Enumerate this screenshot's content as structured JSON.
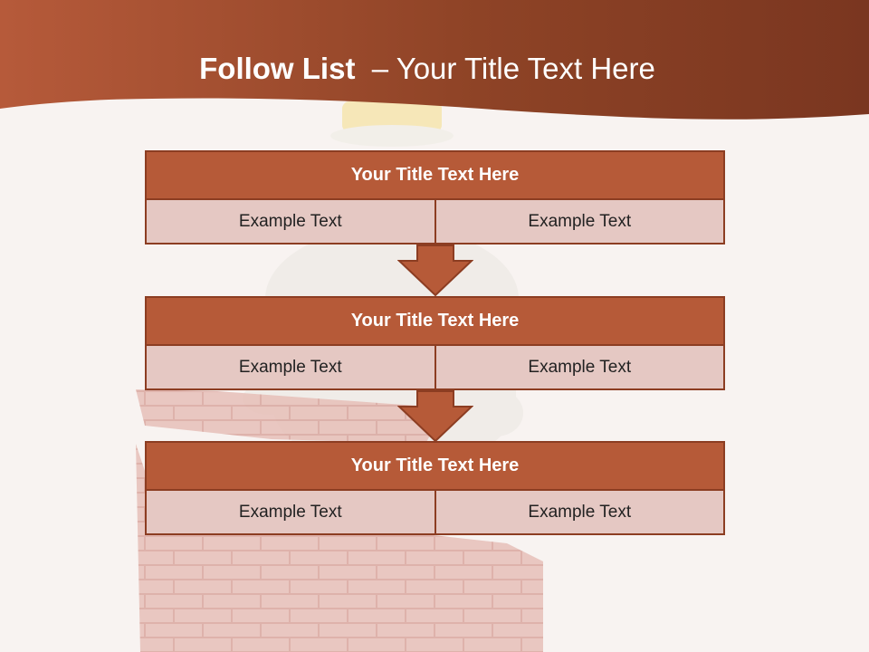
{
  "title": {
    "bold": "Follow List",
    "rest": "  – Your Title Text Here"
  },
  "blocks": [
    {
      "heading": "Your Title Text Here",
      "left": "Example Text",
      "right": "Example Text"
    },
    {
      "heading": "Your Title Text Here",
      "left": "Example Text",
      "right": "Example Text"
    },
    {
      "heading": "Your Title Text Here",
      "left": "Example Text",
      "right": "Example Text"
    }
  ],
  "colors": {
    "header_band": "#a14e30",
    "block_heading": "#b65a38",
    "block_cell": "#e5c8c3",
    "outline": "#8c3d22"
  },
  "icons": [
    "down-arrow-icon",
    "down-arrow-icon"
  ]
}
